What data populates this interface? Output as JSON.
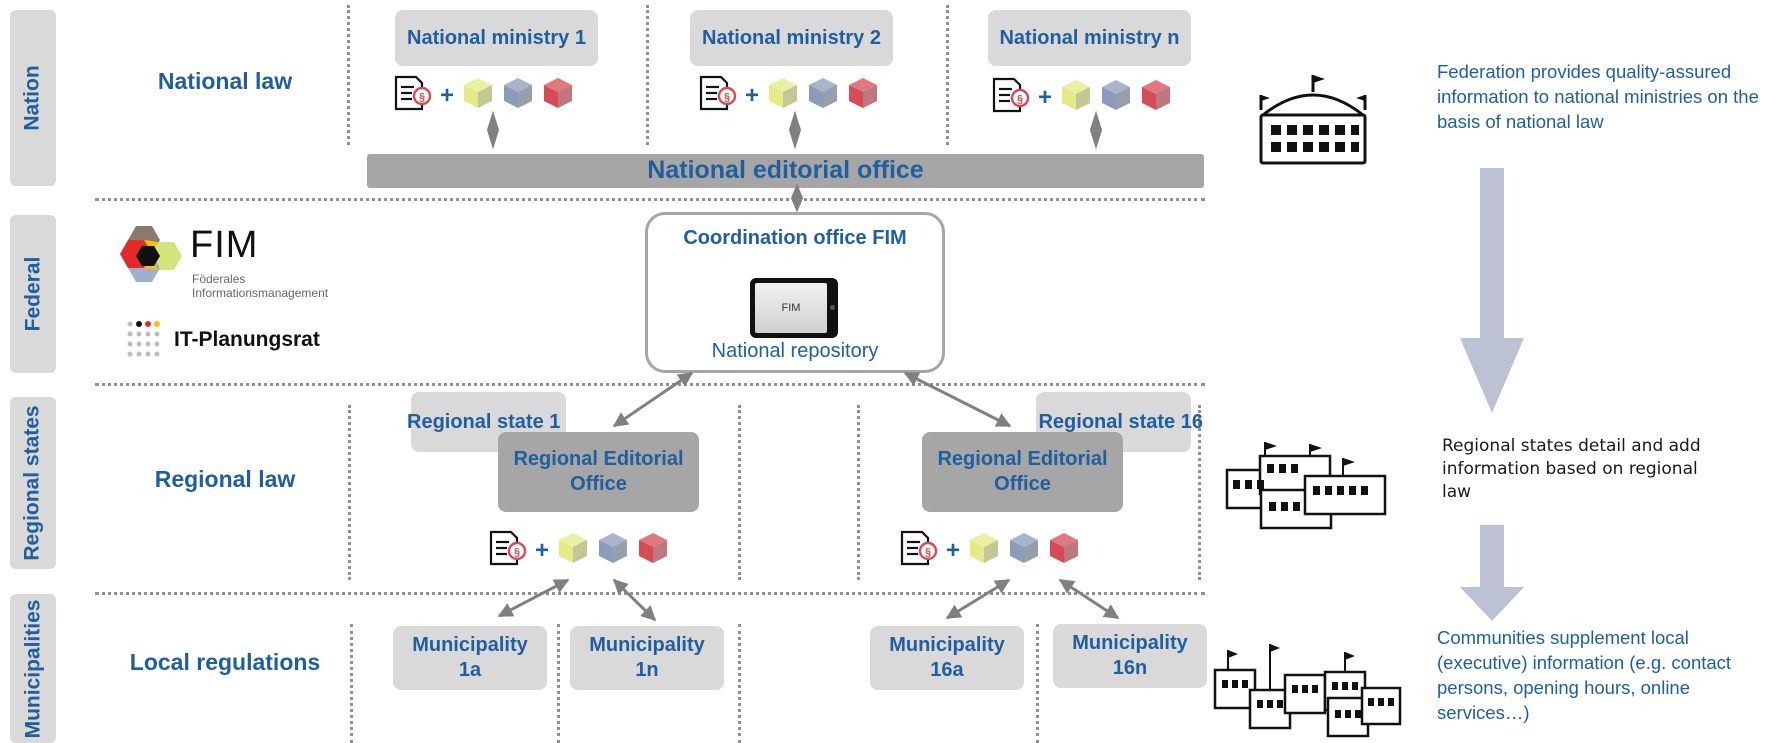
{
  "rows": {
    "nation": "Nation",
    "federal": "Federal",
    "regional": "Regional states",
    "municipalities": "Municipalities"
  },
  "law": {
    "national": "National law",
    "regional": "Regional law",
    "local": "Local regulations"
  },
  "ministries": [
    "National ministry 1",
    "National ministry 2",
    "National ministry n"
  ],
  "national_editorial_office": "National editorial office",
  "coordination_office": "Coordination office FIM",
  "national_repository": "National repository",
  "tablet_logo": "FIM",
  "regional_states": [
    "Regional state 1",
    "Regional state 16"
  ],
  "regional_editorial_office": [
    "Regional Editorial",
    "Office"
  ],
  "municipalities": [
    [
      "Municipality",
      "1a"
    ],
    [
      "Municipality",
      "1n"
    ],
    [
      "Municipality",
      "16a"
    ],
    [
      "Municipality",
      "16n"
    ]
  ],
  "fim_logo": {
    "name": "FIM",
    "line1": "Föderales",
    "line2": "Informationsmanagement"
  },
  "it_planungsrat": "IT-Planungsrat",
  "side_texts": {
    "federation": "Federation provides quality-assured information to national ministries on the basis of national law",
    "regional": "Regional states detail and add information based on regional law",
    "communities": "Communities supplement local (executive) information (e.g. contact persons, opening hours, online services…)"
  },
  "plus_sign": "+",
  "law_icon_symbol": "§",
  "colors": {
    "accent": "#1f5fa0",
    "label_bg": "#d9d9d9",
    "editorial_bg": "#a6a6a6",
    "cube_yellow": "#e4ea86",
    "cube_blue": "#8b9bb8",
    "cube_red": "#d64b55"
  }
}
